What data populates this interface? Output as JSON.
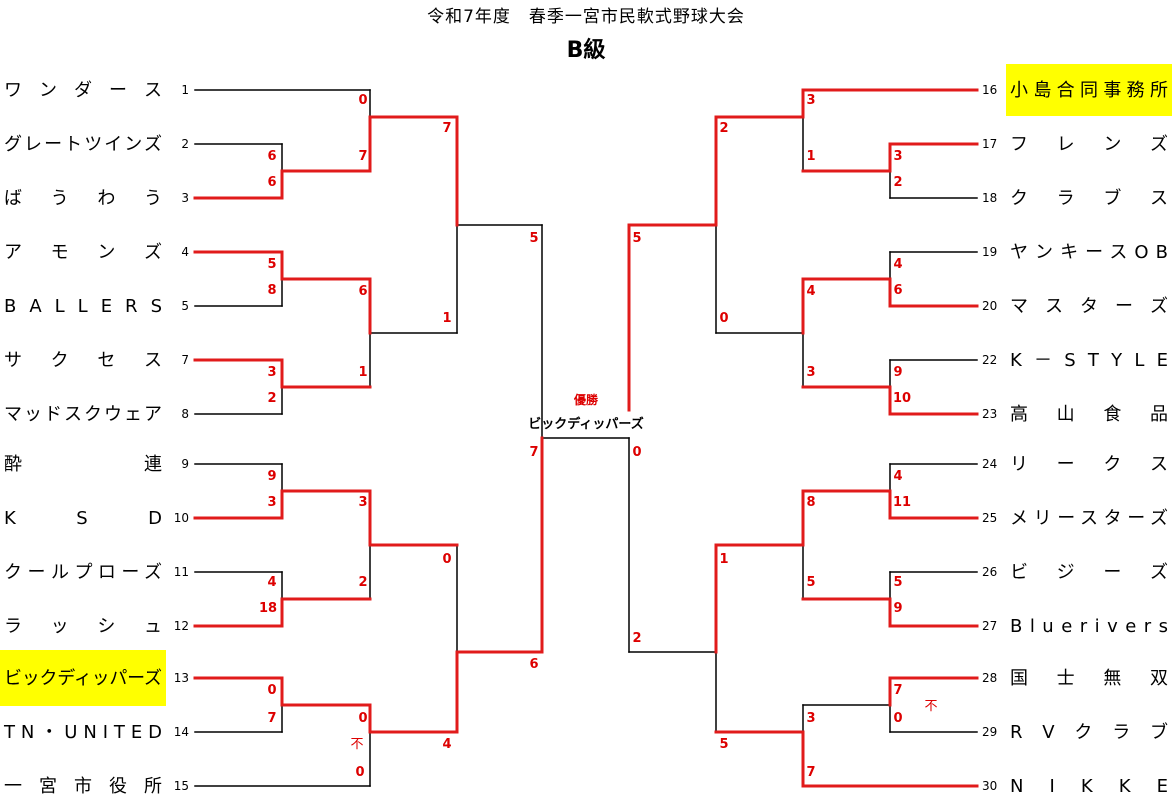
{
  "title": "令和7年度　春季一宮市民軟式野球大会",
  "subtitle": "B級",
  "colors": {
    "win": "#e11b1b",
    "line": "#000000",
    "highlight": "#ffff00"
  },
  "teams_left": [
    {
      "seed": "1",
      "name": "ワ ン ダ ー ス"
    },
    {
      "seed": "2",
      "name": "グレートツインズ"
    },
    {
      "seed": "3",
      "name": "ば う わ う"
    },
    {
      "seed": "4",
      "name": "ア モ ン ズ"
    },
    {
      "seed": "5",
      "name": "BALLERS"
    },
    {
      "seed": "7",
      "name": "サ ク セ ス"
    },
    {
      "seed": "8",
      "name": "マッドスクウェア"
    },
    {
      "seed": "9",
      "name": "酔 連"
    },
    {
      "seed": "10",
      "name": "K S D"
    },
    {
      "seed": "11",
      "name": "クールプローズ"
    },
    {
      "seed": "12",
      "name": "ラ ッ シ ュ"
    },
    {
      "seed": "13",
      "name": "ビックディッパーズ",
      "highlight": true
    },
    {
      "seed": "14",
      "name": "TN・UNITED"
    },
    {
      "seed": "15",
      "name": "一 宮 市 役 所"
    }
  ],
  "teams_right": [
    {
      "seed": "16",
      "name": "小島合同事務所",
      "highlight": true
    },
    {
      "seed": "17",
      "name": "フ レ ン ズ"
    },
    {
      "seed": "18",
      "name": "ク ラ ブ ス"
    },
    {
      "seed": "19",
      "name": "ヤンキースOB"
    },
    {
      "seed": "20",
      "name": "マ ス タ ー ズ"
    },
    {
      "seed": "22",
      "name": "K－STYLE"
    },
    {
      "seed": "23",
      "name": "高 山 食 品"
    },
    {
      "seed": "24",
      "name": "リ ー ク ス"
    },
    {
      "seed": "25",
      "name": "メリースターズ"
    },
    {
      "seed": "26",
      "name": "ビ ジ ー ズ"
    },
    {
      "seed": "27",
      "name": "Bluerivers"
    },
    {
      "seed": "28",
      "name": "国 士 無 双"
    },
    {
      "seed": "29",
      "name": "R V ク ラ ブ"
    },
    {
      "seed": "30",
      "name": "N I K K E"
    }
  ],
  "champion": {
    "label": "優勝",
    "name": "ビックディッパーズ"
  },
  "forfeit_mark": "不",
  "scores": {
    "L_r1": [
      "0",
      "7",
      "6",
      "6",
      "5",
      "8",
      "6",
      "3",
      "2",
      "1",
      "9",
      "3",
      "3",
      "4",
      "18",
      "2",
      "0",
      "7",
      "0"
    ],
    "L_r2": [
      "7",
      "1",
      "0",
      "4"
    ],
    "L_r3": [
      "5",
      "6"
    ],
    "L_final": "7",
    "R_r1": [
      "3",
      "1",
      "3",
      "2",
      "4",
      "6",
      "4",
      "3",
      "9",
      "10",
      "4",
      "11",
      "8",
      "5",
      "5",
      "9",
      "7",
      "0",
      "3",
      "7"
    ],
    "R_r2": [
      "2",
      "0",
      "1",
      "5"
    ],
    "R_r3": [
      "5",
      "2"
    ],
    "R_final": "0"
  }
}
